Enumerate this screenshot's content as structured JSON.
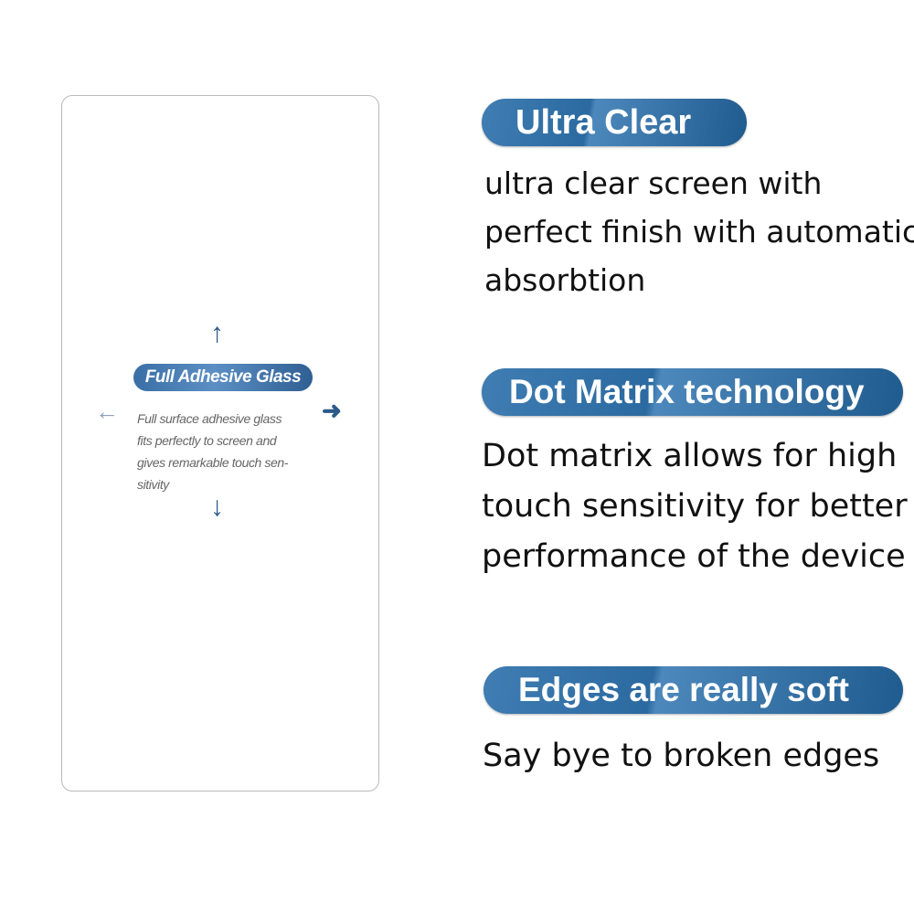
{
  "card": {
    "badge": "Full Adhesive Glass",
    "lines": [
      "Full surface adhesive glass",
      "fits perfectly to screen and",
      "gives remarkable touch sen-",
      "sitivity"
    ]
  },
  "features": [
    {
      "title": "Ultra Clear",
      "lines": [
        "ultra clear screen with",
        "perfect finish with automatic",
        "absorbtion"
      ]
    },
    {
      "title": "Dot Matrix technology",
      "lines": [
        "Dot matrix allows for high",
        "touch sensitivity for better",
        "performance of the device"
      ]
    },
    {
      "title": "Edges are really soft",
      "lines": [
        "Say bye to broken edges"
      ]
    }
  ],
  "colors": {
    "accent": "#2b6aa0"
  }
}
